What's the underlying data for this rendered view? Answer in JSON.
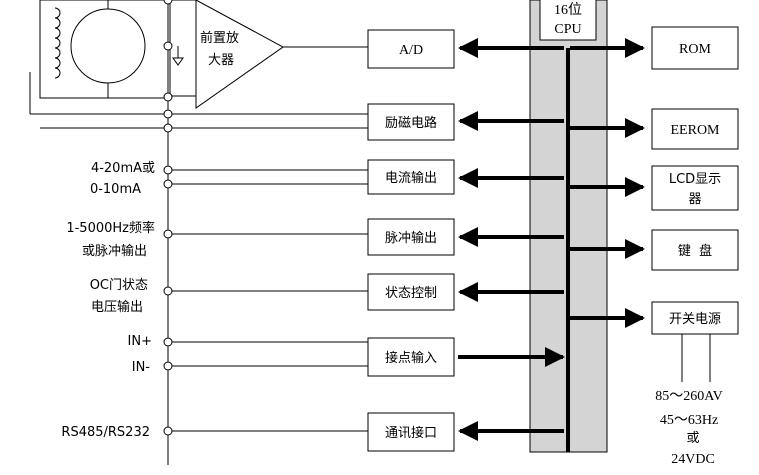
{
  "cpu": {
    "line1": "16位",
    "line2": "CPU"
  },
  "amplifier": {
    "line1": "前置放",
    "line2": "大器"
  },
  "left_modules": {
    "ad": "A/D",
    "excitation": "励磁电路",
    "current_out": "电流输出",
    "pulse_out": "脉冲输出",
    "status_ctrl": "状态控制",
    "contact_in": "接点输入",
    "comm_port": "通讯接口"
  },
  "right_modules": {
    "rom": "ROM",
    "eerom": "EEROM",
    "lcd_line1": "LCD显示",
    "lcd_line2": "器",
    "keyboard": "键  盘",
    "power": "开关电源"
  },
  "terminals": {
    "current_1": "4-20mA或",
    "current_2": "0-10mA",
    "pulse_1": "1-5000Hz频率",
    "pulse_2": "或脉冲输出",
    "oc_1": "OC门状态",
    "oc_2": "电压输出",
    "in_plus": "IN+",
    "in_minus": "IN-",
    "rs": "RS485/RS232"
  },
  "power_spec": {
    "line1": "85～260AV",
    "line2": "45～63Hz",
    "line3": "或",
    "line4": "24VDC"
  }
}
